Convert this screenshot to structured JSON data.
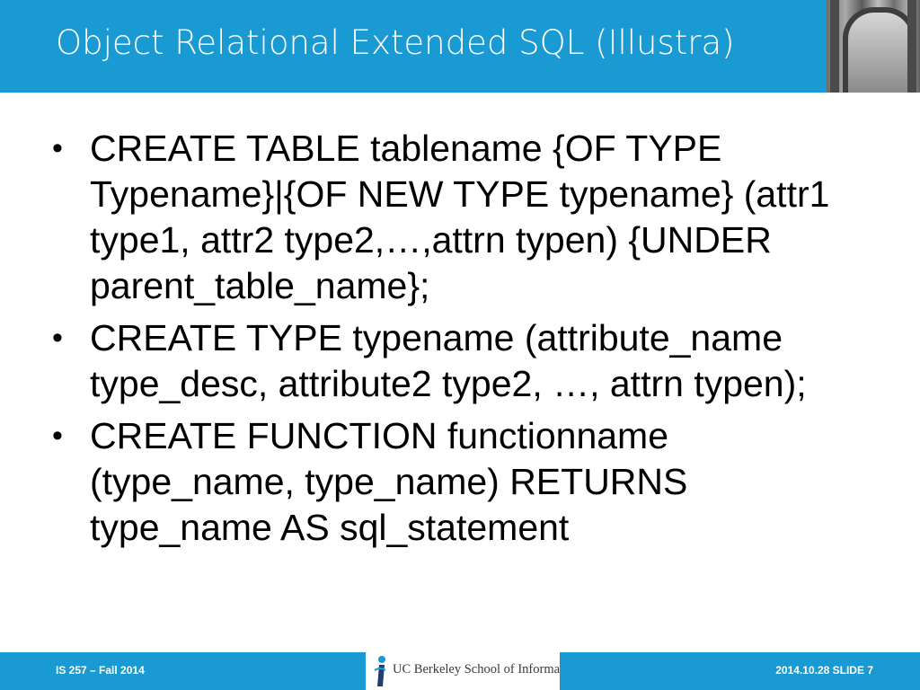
{
  "slide": {
    "title": "Object Relational Extended SQL (Illustra)",
    "bullets": [
      {
        "marker": "•",
        "text": "CREATE TABLE tablename {OF TYPE Typename}|{OF NEW TYPE typename} (attr1 type1, attr2 type2,…,attrn typen) {UNDER parent_table_name};"
      },
      {
        "marker": "•",
        "text": "CREATE TYPE typename (attribute_name type_desc, attribute2 type2, …, attrn typen);"
      },
      {
        "marker": "•",
        "text": "CREATE FUNCTION functionname (type_name, type_name) RETURNS type_name AS sql_statement"
      }
    ]
  },
  "footer": {
    "course": "IS 257 – Fall 2014",
    "logo_text": "UC Berkeley School of Information",
    "slide_info": "2014.10.28 SLIDE 7"
  },
  "colors": {
    "accent": "#1a9ad2",
    "text": "#000000",
    "header_text": "#ffffff"
  },
  "icons": {
    "header_image": "building-photo",
    "logo_mark": "ischool-logo-mark"
  }
}
